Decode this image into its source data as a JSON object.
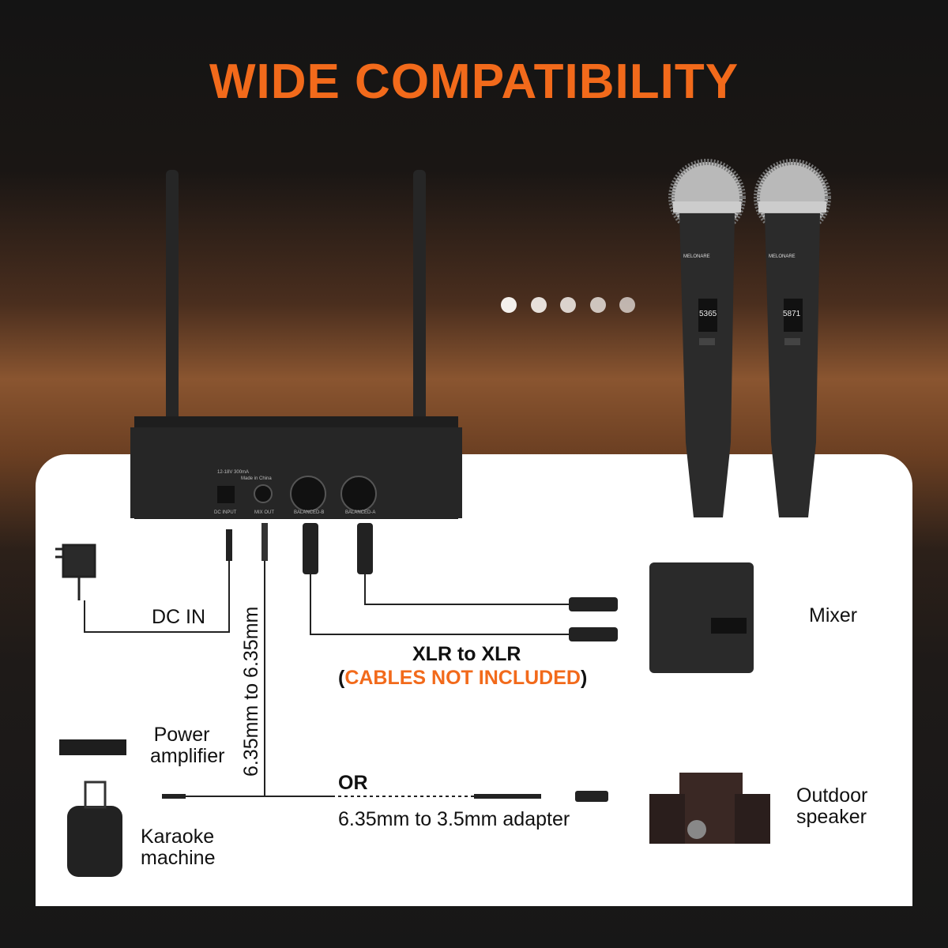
{
  "title": "WIDE COMPATIBILITY",
  "receiver": {
    "power_spec": "12-18V 300mA",
    "made_in": "Made in China",
    "ports": [
      "DC INPUT",
      "MIX OUT",
      "BALANCED-B",
      "BALANCED-A"
    ]
  },
  "microphones": [
    {
      "brand": "MELONARE",
      "frequency": "5365"
    },
    {
      "brand": "MELONARE",
      "frequency": "5871"
    }
  ],
  "labels": {
    "dc_in": "DC IN",
    "cable_635": "6.35mm to 6.35mm",
    "xlr": "XLR to XLR",
    "cables_open": "(",
    "cables_note": "CABLES NOT INCLUDED",
    "cables_close": ")",
    "mixer": "Mixer",
    "power_amp_1": "Power",
    "power_amp_2": "amplifier",
    "karaoke_1": "Karaoke",
    "karaoke_2": "machine",
    "or": "OR",
    "adapter": "6.35mm to 3.5mm adapter",
    "speaker_1": "Outdoor",
    "speaker_2": "speaker"
  },
  "colors": {
    "accent": "#f26a1b"
  }
}
